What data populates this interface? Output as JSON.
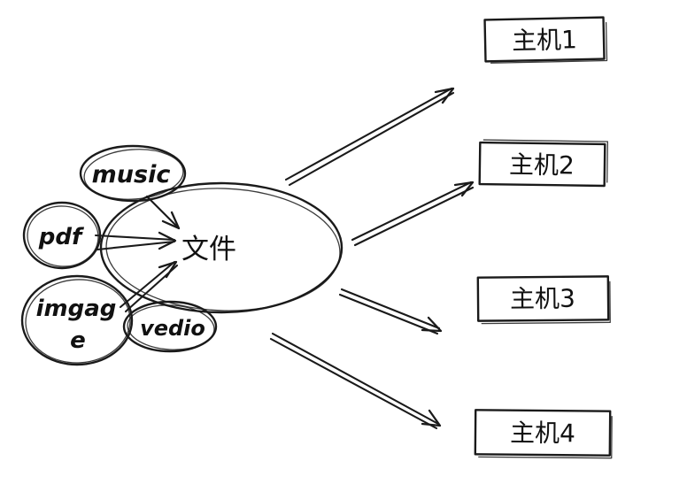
{
  "diagram": {
    "center": {
      "label": "文件"
    },
    "sources": [
      {
        "label": "music"
      },
      {
        "label": "pdf"
      },
      {
        "label_line1": "imgag",
        "label_line2": "e"
      },
      {
        "label": "vedio"
      }
    ],
    "hosts": [
      {
        "label": "主机1"
      },
      {
        "label": "主机2"
      },
      {
        "label": "主机3"
      },
      {
        "label": "主机4"
      }
    ],
    "colors": {
      "ink": "#1a1a1a",
      "background": "#ffffff"
    }
  }
}
